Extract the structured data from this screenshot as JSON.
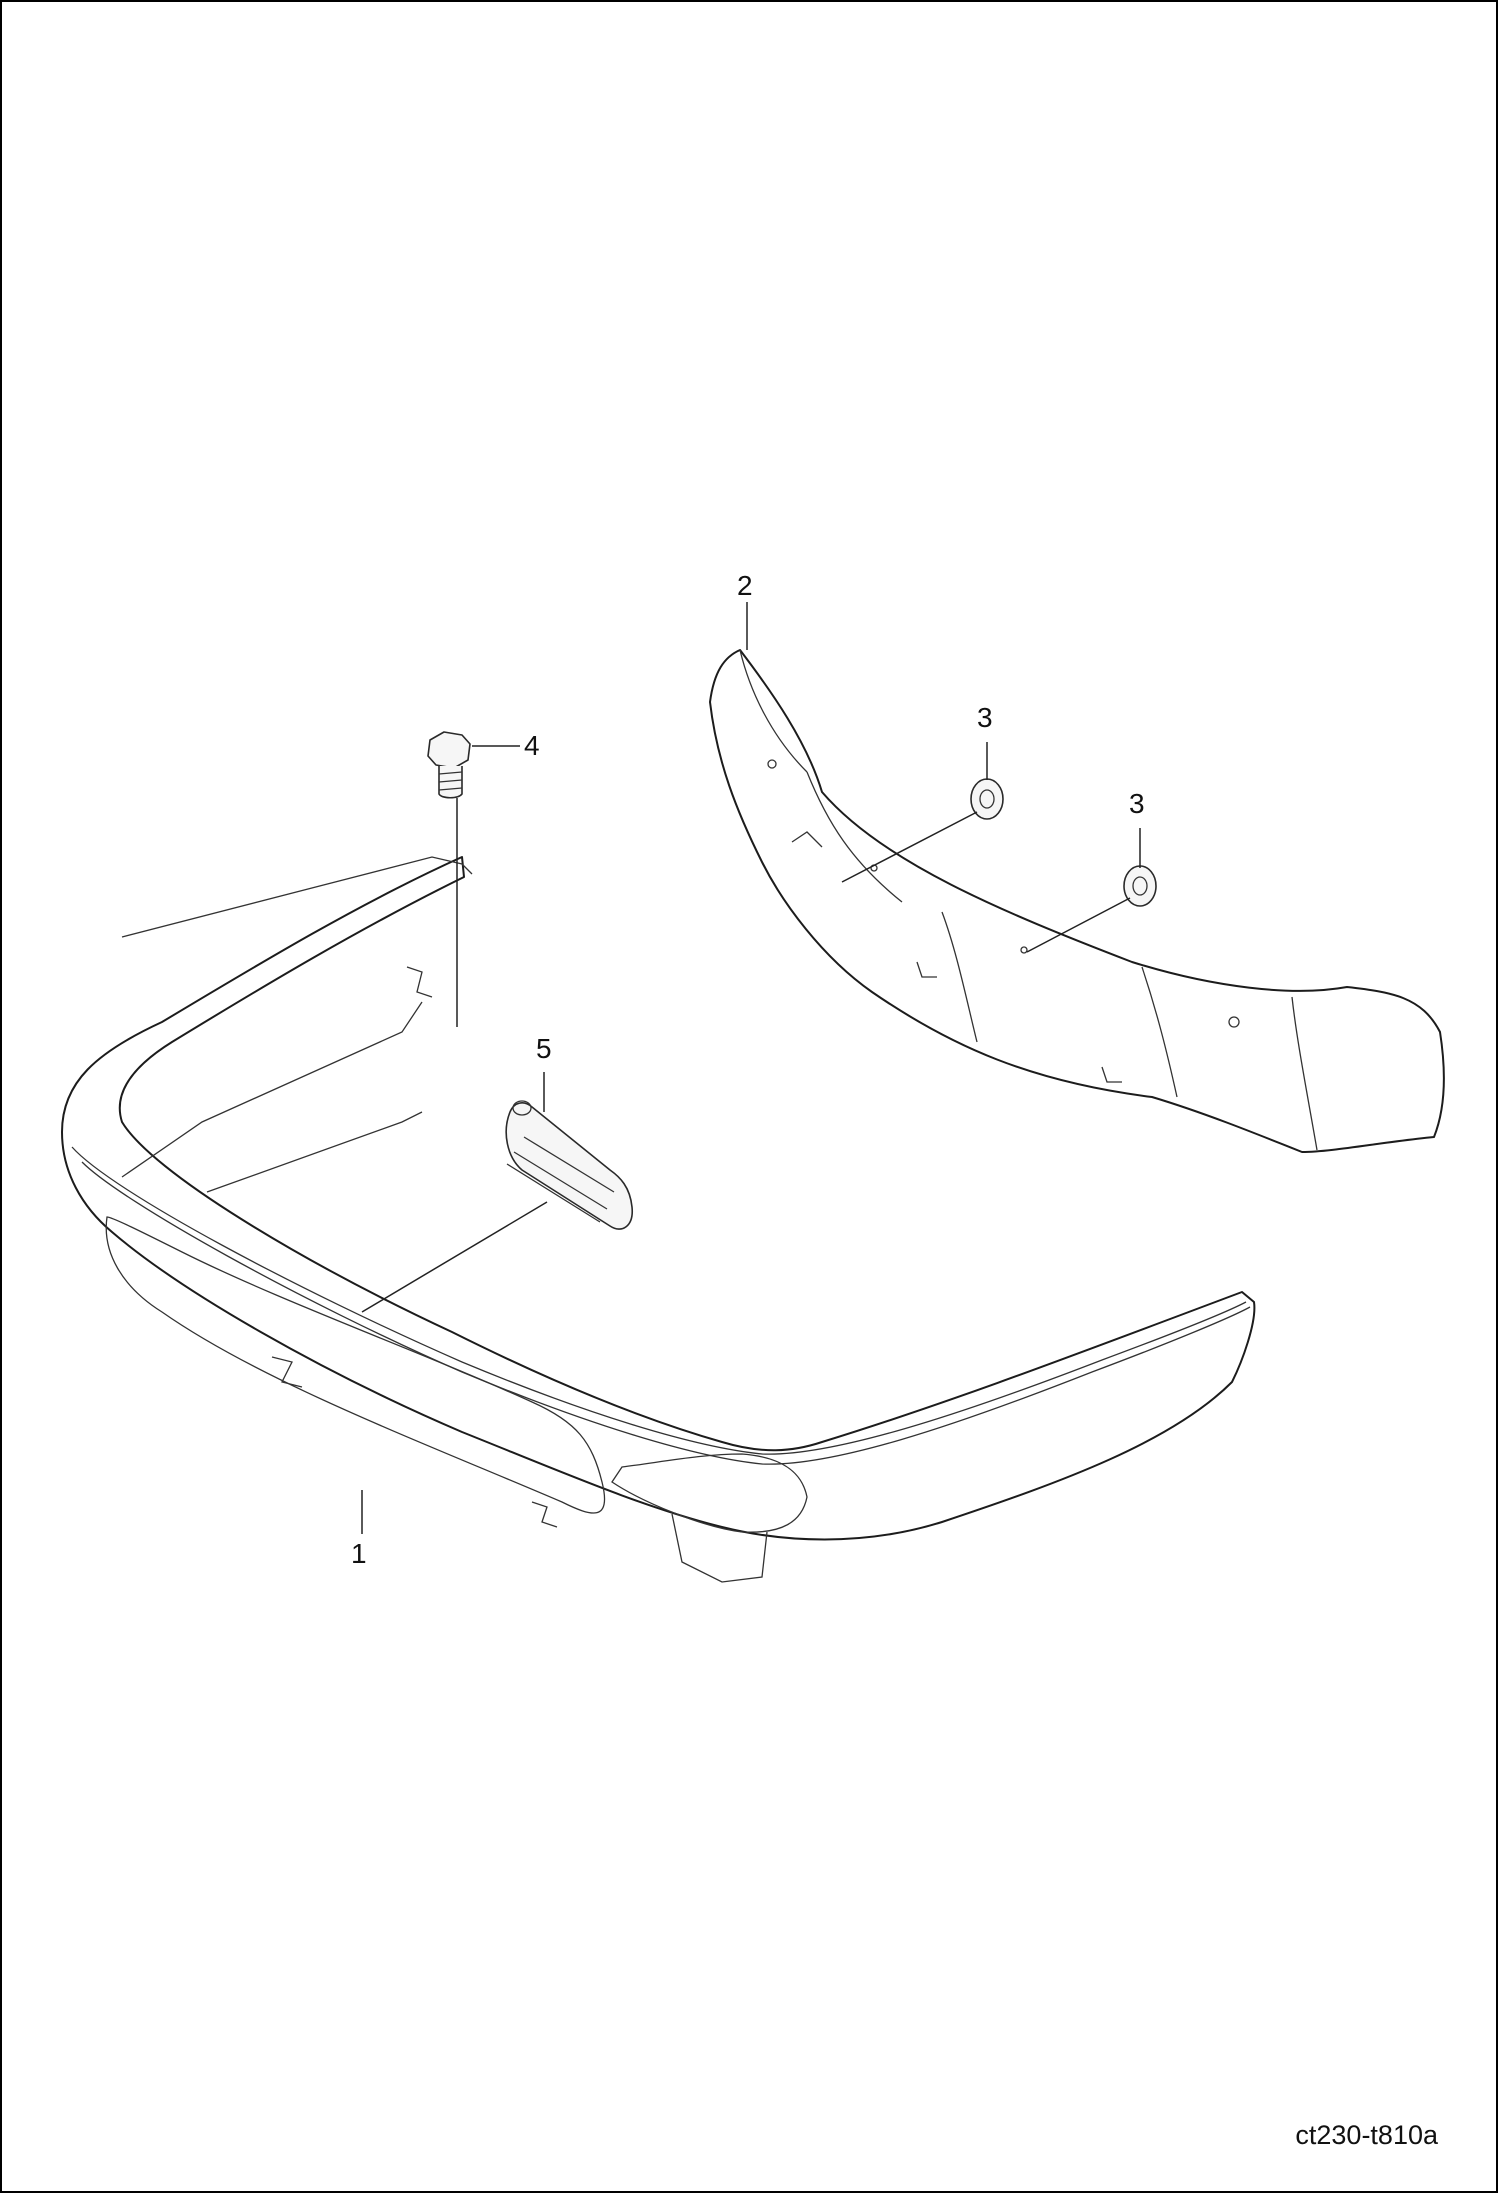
{
  "drawing_id": "ct230-t810a",
  "callouts": [
    {
      "label": "1",
      "part": "bumper"
    },
    {
      "label": "2",
      "part": "liner"
    },
    {
      "label": "3",
      "part": "nut-upper"
    },
    {
      "label": "3",
      "part": "nut-lower"
    },
    {
      "label": "4",
      "part": "bolt"
    },
    {
      "label": "5",
      "part": "edge-trim"
    }
  ]
}
